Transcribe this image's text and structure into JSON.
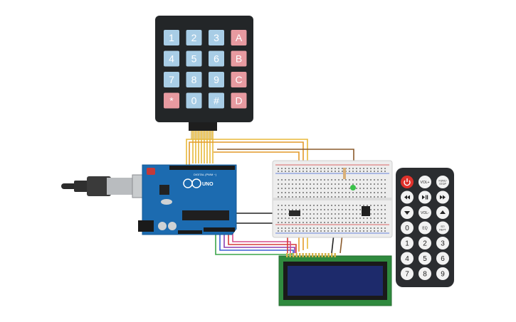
{
  "keypad": {
    "rows": [
      [
        "1",
        "2",
        "3",
        "A"
      ],
      [
        "4",
        "5",
        "6",
        "B"
      ],
      [
        "7",
        "8",
        "9",
        "C"
      ],
      [
        "*",
        "0",
        "#",
        "D"
      ]
    ],
    "colors": {
      "number": "#a8cde6",
      "letter": "#e79aa0",
      "star": "#e79aa0",
      "frame": "#232628"
    }
  },
  "arduino": {
    "logo_text": "UNO",
    "header_label": "DIGITAL (PWM ~)",
    "board_color": "#1c6bb0"
  },
  "lcd": {
    "screen_color": "#1d2a6b",
    "board_color": "#2f8a3e"
  },
  "remote": {
    "rows": [
      [
        {
          "label": "",
          "icon": "power-icon"
        },
        {
          "label": "VOL+"
        },
        {
          "label": "FUNC/STOP"
        }
      ],
      [
        {
          "label": "",
          "icon": "rewind-icon"
        },
        {
          "label": "",
          "icon": "play-pause-icon"
        },
        {
          "label": "",
          "icon": "fast-forward-icon"
        }
      ],
      [
        {
          "label": "",
          "icon": "down-icon"
        },
        {
          "label": "VOL-"
        },
        {
          "label": "",
          "icon": "up-icon"
        }
      ],
      [
        {
          "label": "0"
        },
        {
          "label": "EQ"
        },
        {
          "label": "ST/REPT"
        }
      ],
      [
        {
          "label": "1"
        },
        {
          "label": "2"
        },
        {
          "label": "3"
        }
      ],
      [
        {
          "label": "4"
        },
        {
          "label": "5"
        },
        {
          "label": "6"
        }
      ],
      [
        {
          "label": "7"
        },
        {
          "label": "8"
        },
        {
          "label": "9"
        }
      ]
    ],
    "colors": {
      "body": "#2b2d30",
      "button": "#f2f2f2",
      "power": "#e0312b"
    }
  },
  "wire_colors": {
    "yellow": "#e8b93a",
    "orange": "#e29a2a",
    "brown": "#8a5a2b",
    "red": "#d63a3a",
    "green": "#3aa54a",
    "blue": "#3a5fd6",
    "purple": "#8e3fb0",
    "black": "#222222",
    "pink": "#d64a8a"
  }
}
